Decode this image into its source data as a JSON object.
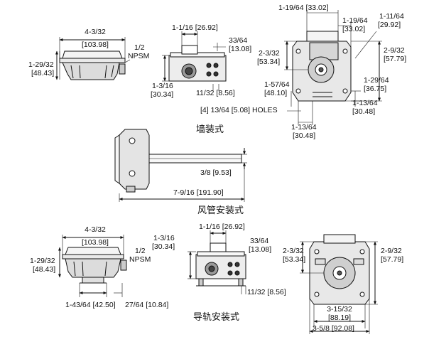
{
  "captions": {
    "wall_mount": "墙装式",
    "duct_mount": "风管安装式",
    "rail_mount": "导轨安装式"
  },
  "dimensions": {
    "wall_side_width_in": "4-3/32",
    "wall_side_width_mm": "[103.98]",
    "wall_side_height_in": "1-29/32",
    "wall_side_height_mm": "[48.43]",
    "wall_conduit_a": "1/2",
    "wall_conduit_b": "NPSM",
    "wall_front_w_in_mm": "1-1/16 [26.92]",
    "wall_front_offset_in": "33/64",
    "wall_front_offset_mm": "[13.08]",
    "wall_front_h_in": "1-3/16",
    "wall_front_h_mm": "[30.34]",
    "wall_front_small": "11/32 [8.56]",
    "back_top_in_mm": "1-19/64 [33.02]",
    "back_inner_in": "1-19/64",
    "back_inner_mm": "[33.02]",
    "back_right_in": "1-11/64",
    "back_right_mm": "[29.92]",
    "back_left_h_in": "2-3/32",
    "back_left_h_mm": "[53.34]",
    "back_right_h_in": "2-9/32",
    "back_right_h_mm": "[57.79]",
    "back_lower_left_in": "1-57/64",
    "back_lower_left_mm": "[48.10]",
    "back_lower_right_in": "1-29/64",
    "back_lower_right_mm": "[36.75]",
    "back_bottom_right_in": "1-13/64",
    "back_bottom_right_mm": "[30.48]",
    "holes": "[4] 13/64 [5.08] HOLES",
    "back_bottom_in": "1-13/64",
    "back_bottom_mm": "[30.48]",
    "duct_probe_dia": "3/8 [9.53]",
    "duct_length": "7-9/16 [191.90]",
    "rail_side_width_in": "4-3/32",
    "rail_side_width_mm": "[103.98]",
    "rail_side_height_in": "1-29/32",
    "rail_side_height_mm": "[48.43]",
    "rail_conduit_a": "1/2",
    "rail_conduit_b": "NPSM",
    "rail_left_foot": "1-43/64 [42.50]",
    "rail_right_foot": "27/64 [10.84]",
    "rail_front_h_in": "1-3/16",
    "rail_front_h_mm": "[30.34]",
    "rail_front_w_in_mm": "1-1/16 [26.92]",
    "rail_front_offset_in": "33/64",
    "rail_front_offset_mm": "[13.08]",
    "rail_front_small": "11/32 [8.56]",
    "rail_back_left_in": "2-3/32",
    "rail_back_left_mm": "[53.34]",
    "rail_back_right_in": "2-9/32",
    "rail_back_right_mm": "[57.79]",
    "rail_back_w1": "3-15/32",
    "rail_back_w1_mm": "[88.19]",
    "rail_back_w2": "3-5/8 [92.08]"
  }
}
